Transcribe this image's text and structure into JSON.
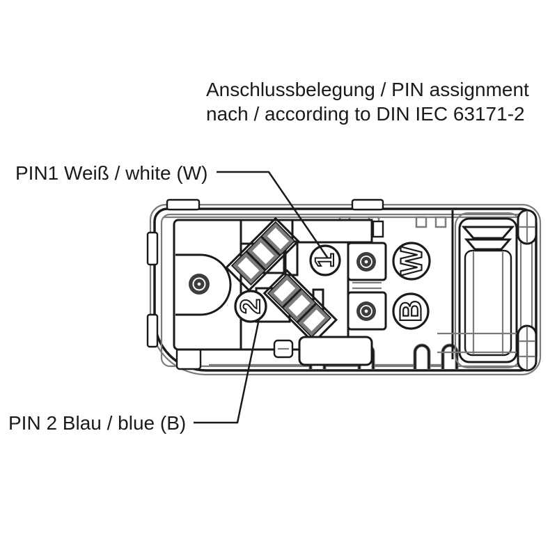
{
  "title": {
    "line1": "Anschlussbelegung / PIN assignment",
    "line2": "nach / according to DIN IEC 63171-2"
  },
  "labels": {
    "pin1": "PIN1 Weiß / white (W)",
    "pin2": "PIN 2 Blau / blue (B)"
  },
  "connector": {
    "pin1_marker": "1",
    "pin2_marker": "2",
    "white_wire_marker": "W",
    "blue_wire_marker": "B"
  },
  "colors": {
    "line": "#1a1a1a",
    "secondary_line": "#7b7b7b",
    "background": "#ffffff",
    "contact_dark": "#3d3d3d"
  }
}
